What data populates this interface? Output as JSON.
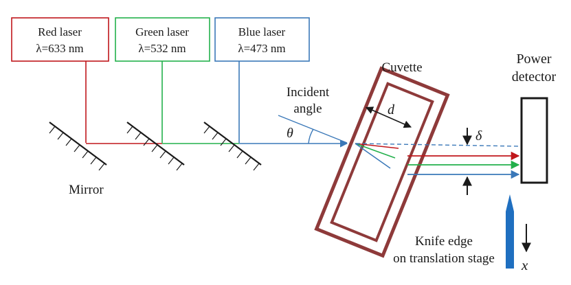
{
  "lasers": [
    {
      "name": "Red laser",
      "wavelength": "λ=633 nm",
      "color": "#c0161b"
    },
    {
      "name": "Green laser",
      "wavelength": "λ=532 nm",
      "color": "#22b04b"
    },
    {
      "name": "Blue laser",
      "wavelength": "λ=473 nm",
      "color": "#3a78b8"
    }
  ],
  "labels": {
    "mirror": "Mirror",
    "incident_line1": "Incident",
    "incident_line2": "angle",
    "theta": "θ",
    "cuvette": "Cuvette",
    "d": "d",
    "detector_line1": "Power",
    "detector_line2": "detector",
    "delta": "δ",
    "knife_line1": "Knife edge",
    "knife_line2": "on translation stage",
    "x": "x"
  },
  "colors": {
    "cuvette": "#8e3a3a",
    "knife": "#1f6fc0",
    "ink": "#1a1a1a"
  }
}
